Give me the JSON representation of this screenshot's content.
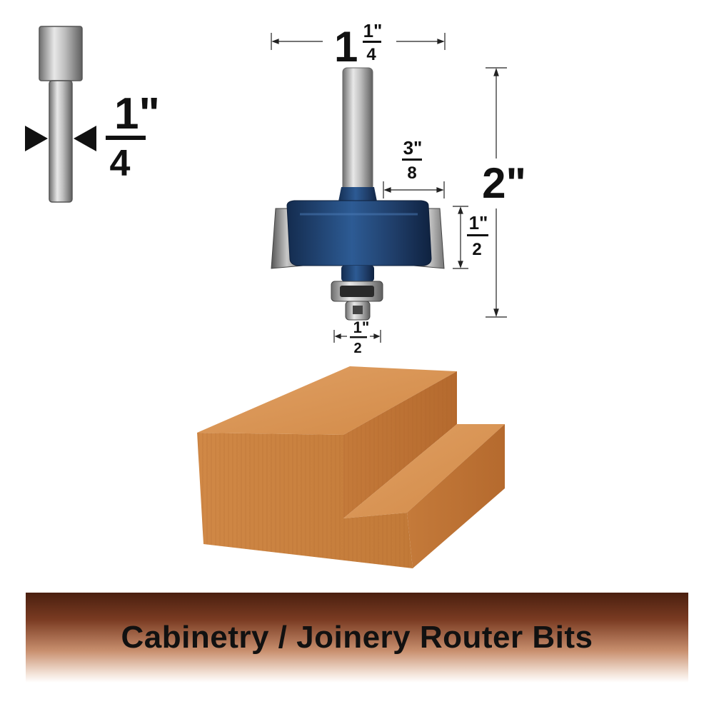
{
  "shank": {
    "whole": "1\"",
    "fraction_den": "4"
  },
  "cut_diameter": {
    "whole": "1",
    "fraction_num": "1\"",
    "fraction_den": "4"
  },
  "total_length": {
    "label": "2\""
  },
  "cut_depth": {
    "fraction_num": "3\"",
    "fraction_den": "8"
  },
  "cut_height": {
    "fraction_num": "1\"",
    "fraction_den": "2"
  },
  "bearing": {
    "fraction_num": "1\"",
    "fraction_den": "2"
  },
  "banner": {
    "title": "Cabinetry / Joinery Router Bits"
  },
  "colors": {
    "cutter_body": "#1f3d68",
    "wood": "#d58a44",
    "banner_dark": "#4a1f0f"
  }
}
